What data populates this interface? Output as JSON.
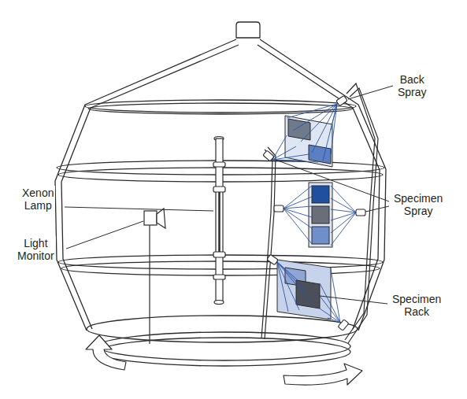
{
  "diagram": {
    "labels": [
      "Back Spray",
      "Xenon Lamp",
      "Specimen Spray",
      "Light Monitor",
      "Specimen Rack"
    ]
  }
}
